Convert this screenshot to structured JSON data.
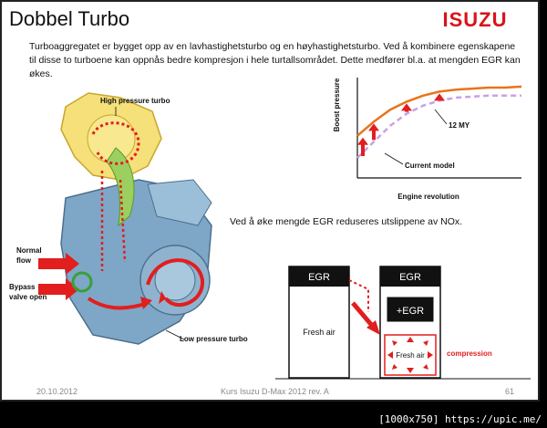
{
  "slide": {
    "title": "Dobbel Turbo",
    "logo": "ISUZU",
    "intro": "Turboaggregatet er bygget opp av en lavhastighetsturbo og en høyhastighetsturbo. Ved å kombinere egenskapene til disse to turboene kan oppnås bedre kompresjon i hele turtallsområdet. Dette medfører bl.a. at mengden EGR kan økes.",
    "note": "Ved å øke mengde EGR reduseres utslippene av NOx.",
    "turbo_labels": {
      "high": "High pressure turbo",
      "normal_1": "Normal",
      "normal_2": "flow",
      "bypass_1": "Bypass",
      "bypass_2": "valve open",
      "low": "Low pressure turbo"
    },
    "egr": {
      "box_left_header": "EGR",
      "box_left_body": "Fresh air",
      "box_right_header": "EGR",
      "box_right_plus": "+EGR",
      "box_right_body": "Fresh air",
      "compression": "compression",
      "compression_color": "#e21e1e"
    },
    "footer": {
      "date": "20.10.2012",
      "course": "Kurs Isuzu D-Max 2012 rev. A",
      "page": "61"
    },
    "watermark": "[1000x750] https://upic.me/"
  },
  "chart_data": {
    "type": "line",
    "title": "",
    "xlabel": "Engine revolution",
    "ylabel": "Boost pressure",
    "grid": false,
    "series": [
      {
        "name": "12 MY",
        "color": "#e8741e",
        "style": "solid",
        "x": [
          0,
          1,
          2,
          3,
          4,
          5,
          6,
          7,
          8,
          9,
          10
        ],
        "y": [
          0.42,
          0.56,
          0.68,
          0.76,
          0.82,
          0.86,
          0.88,
          0.89,
          0.9,
          0.9,
          0.91
        ]
      },
      {
        "name": "Current model",
        "color": "#c9a0e6",
        "style": "dashed",
        "x": [
          0,
          1,
          2,
          3,
          4,
          5,
          6,
          7,
          8,
          9,
          10
        ],
        "y": [
          0.2,
          0.36,
          0.52,
          0.64,
          0.72,
          0.77,
          0.8,
          0.81,
          0.82,
          0.82,
          0.82
        ]
      }
    ],
    "xlim": [
      0,
      10
    ],
    "ylim": [
      0,
      1
    ]
  }
}
